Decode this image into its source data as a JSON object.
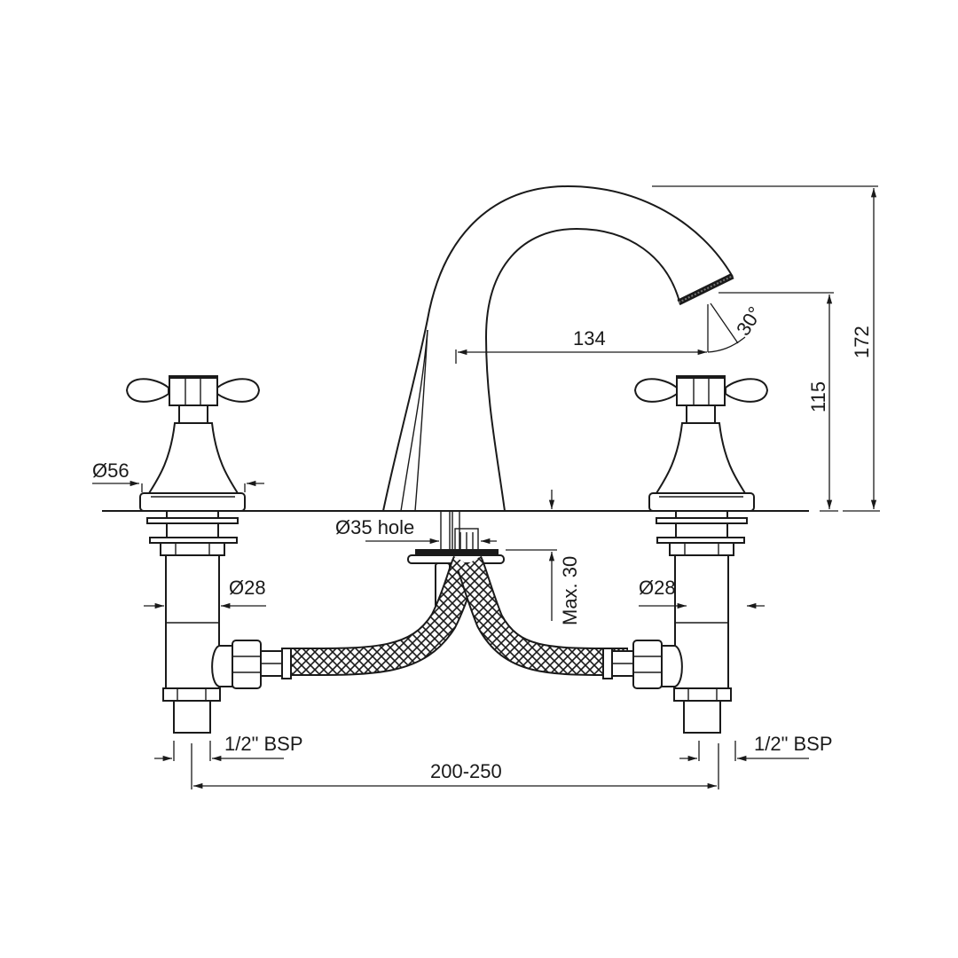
{
  "drawing": {
    "title": "Three-hole basin mixer with cross handles - technical dimension drawing",
    "line_color": "#1a1a1a",
    "background": "#ffffff",
    "units": "mm"
  },
  "dimensions": {
    "handle_base_diameter": "Ø56",
    "hole_diameter": "Ø35 hole",
    "max_deck_thickness": "Max. 30",
    "body_diameter_left": "Ø28",
    "body_diameter_right": "Ø28",
    "connection_left": "1/2\" BSP",
    "connection_right": "1/2\" BSP",
    "handle_spacing": "200-250",
    "spout_reach": "134",
    "spout_angle": "30°",
    "spout_outlet_height": "115",
    "overall_height": "172"
  }
}
